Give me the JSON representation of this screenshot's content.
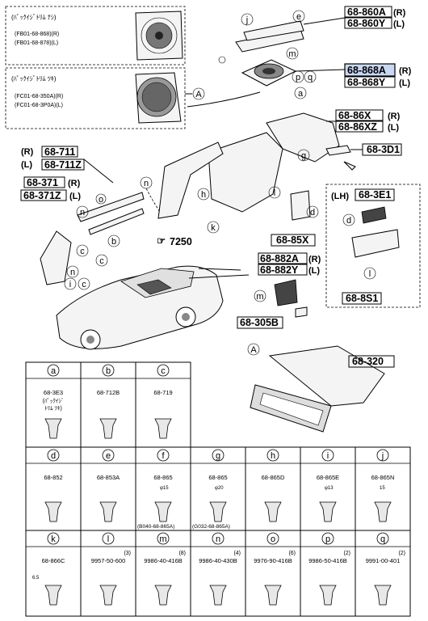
{
  "top_parts": {
    "p860a": "68-860A",
    "p860y": "68-860Y",
    "p868a": "68-868A",
    "p868y": "68-868Y",
    "p86x": "68-86X",
    "p86xz": "68-86XZ",
    "p3d1": "68-3D1",
    "p711": "68-711",
    "p711z": "68-711Z",
    "p371": "68-371",
    "p371z": "68-371Z",
    "p85x": "68-85X",
    "p882a": "68-882A",
    "p882y": "68-882Y",
    "p3e1": "68-3E1",
    "p8s1": "68-8S1",
    "p305b": "68-305B",
    "p320": "68-320",
    "p7250": "7250"
  },
  "suffix": {
    "r": "(R)",
    "l": "(L)",
    "lh": "(LH)"
  },
  "callouts": {
    "a": "a",
    "b": "b",
    "c": "c",
    "d": "d",
    "e": "e",
    "f": "f",
    "g": "g",
    "h": "h",
    "i": "i",
    "j": "j",
    "k": "k",
    "l": "l",
    "m": "m",
    "n": "n",
    "o": "o",
    "p": "p",
    "q": "q",
    "A": "A"
  },
  "speaker_box1": {
    "jp": "(ﾊﾟｯｸｲｼﾞﾄﾘﾑ ﾅｼ)",
    "line1": "(FB01-68-868)(R)",
    "line2": "(FB01-68-878)(L)"
  },
  "speaker_box2": {
    "jp": "(ﾊﾟｯｸｲｼﾞﾄﾘﾑ ﾂｷ)",
    "line1": "(FC01-68-350A)(R)",
    "line2": "(FC01-68-3P0A)(L)"
  },
  "table": {
    "row1": [
      {
        "letter": "a",
        "part": "68-3E3",
        "note1": "(ﾊﾟｯｸｲｼﾞ",
        "note2": "ﾄﾘﾑ ﾂｷ)"
      },
      {
        "letter": "b",
        "part": "68-712B"
      },
      {
        "letter": "c",
        "part": "68-719"
      }
    ],
    "row2": [
      {
        "letter": "d",
        "part": "68-852"
      },
      {
        "letter": "e",
        "part": "68-853A"
      },
      {
        "letter": "f",
        "part": "68-865",
        "dim": "φ15"
      },
      {
        "letter": "g",
        "part": "68-865",
        "dim": "φ20"
      },
      {
        "letter": "h",
        "part": "68-865D"
      },
      {
        "letter": "i",
        "part": "68-865E",
        "dim": "φ13"
      },
      {
        "letter": "j",
        "part": "68-865N",
        "dim": "15"
      }
    ],
    "row2_notes": {
      "f": "(B040-68-865A)",
      "g": "(G032-68-865A)"
    },
    "row3": [
      {
        "letter": "k",
        "part": "68-866C",
        "dim": "6.5"
      },
      {
        "letter": "l",
        "part": "9957-50-600",
        "qty": "(3)"
      },
      {
        "letter": "m",
        "part": "9986-40-416B",
        "qty": "(8)"
      },
      {
        "letter": "n",
        "part": "9986-40-430B",
        "qty": "(4)"
      },
      {
        "letter": "o",
        "part": "9976-90-416B",
        "qty": "(6)"
      },
      {
        "letter": "p",
        "part": "9986-50-416B",
        "qty": "(2)"
      },
      {
        "letter": "q",
        "part": "9991-00-401",
        "qty": "(2)"
      }
    ]
  },
  "colors": {
    "highlight": "#c9d8f2",
    "line": "#000000"
  }
}
